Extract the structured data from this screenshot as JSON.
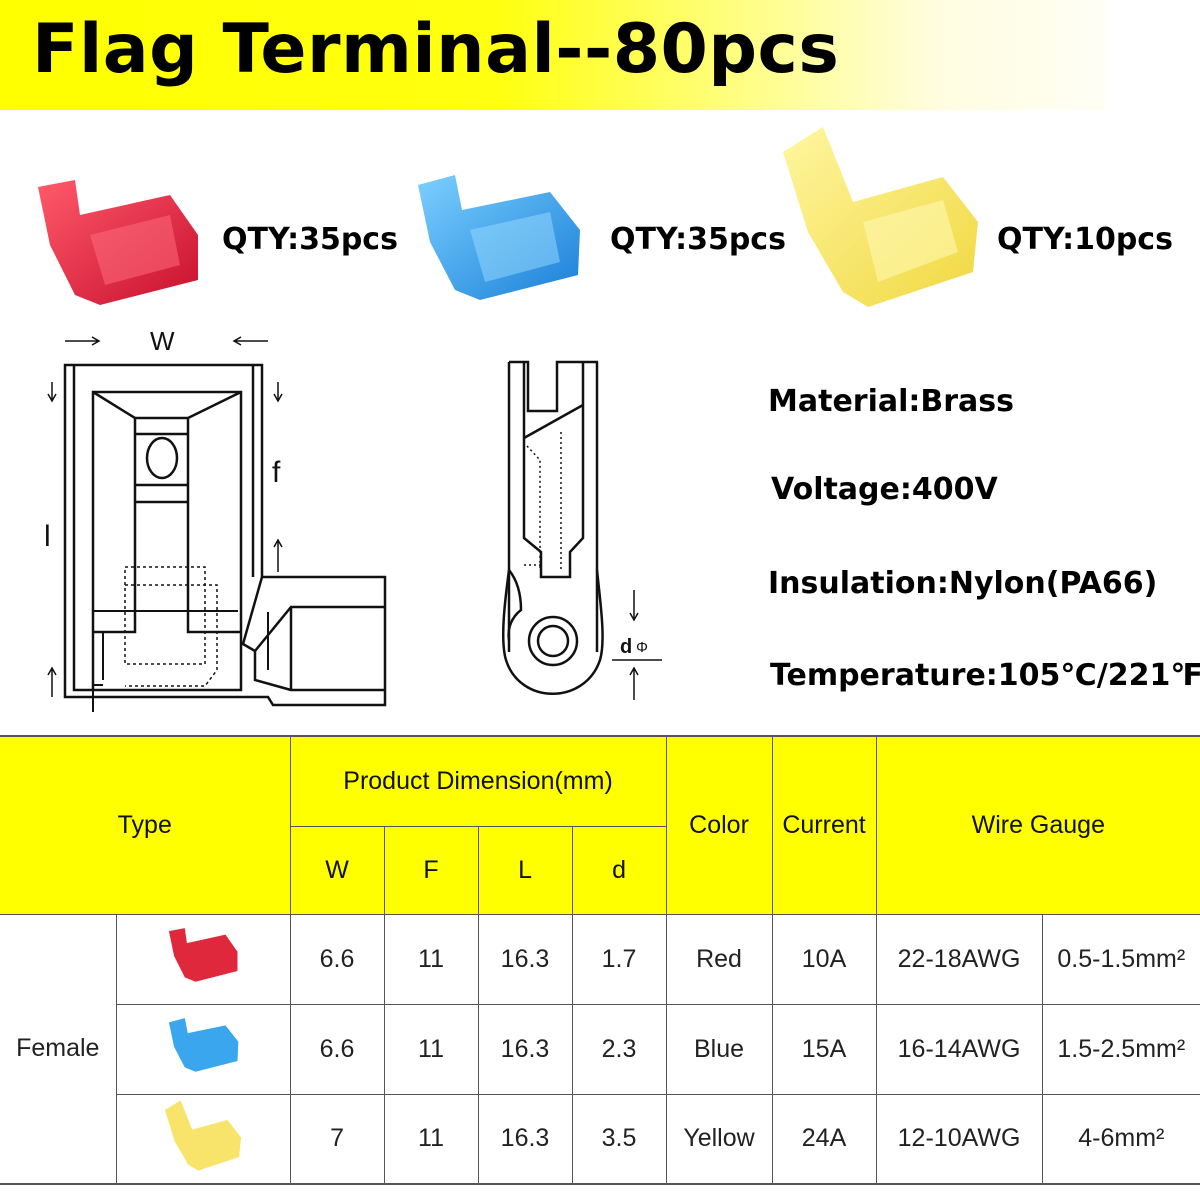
{
  "title": "Flag Terminal--80pcs",
  "colors": {
    "banner": "#ffff00",
    "red": "#e8283c",
    "blue": "#3aa6ee",
    "yellow": "#fbe96a"
  },
  "products": [
    {
      "color": "red",
      "qty": "QTY:35pcs"
    },
    {
      "color": "blue",
      "qty": "QTY:35pcs"
    },
    {
      "color": "yellow",
      "qty": "QTY:10pcs"
    }
  ],
  "diagram": {
    "w_label": "W",
    "f_label": "f",
    "l_label": "l",
    "d_label": "d",
    "phi": "Φ"
  },
  "specs": {
    "material": "Material:Brass",
    "voltage": "Voltage:400V",
    "insulation": "Insulation:Nylon(PA66)",
    "temperature": "Temperature:105℃/221℉"
  },
  "table": {
    "headers": {
      "type": "Type",
      "dimension": "Product Dimension(mm)",
      "w": "W",
      "f": "F",
      "l": "L",
      "d": "d",
      "color": "Color",
      "current": "Current",
      "wire_gauge": "Wire Gauge"
    },
    "type_value": "Female",
    "rows": [
      {
        "icon": "red",
        "w": "6.6",
        "f": "11",
        "l": "16.3",
        "d": "1.7",
        "color": "Red",
        "current": "10A",
        "awg": "22-18AWG",
        "mm2": "0.5-1.5mm²"
      },
      {
        "icon": "blue",
        "w": "6.6",
        "f": "11",
        "l": "16.3",
        "d": "2.3",
        "color": "Blue",
        "current": "15A",
        "awg": "16-14AWG",
        "mm2": "1.5-2.5mm²"
      },
      {
        "icon": "yellow",
        "w": "7",
        "f": "11",
        "l": "16.3",
        "d": "3.5",
        "color": "Yellow",
        "current": "24A",
        "awg": "12-10AWG",
        "mm2": "4-6mm²"
      }
    ]
  }
}
